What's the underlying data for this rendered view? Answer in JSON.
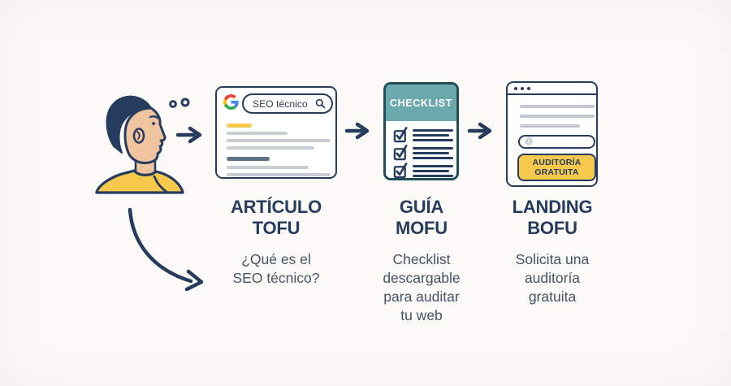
{
  "colors": {
    "bg": "#FBFAF7",
    "navy": "#263C5F",
    "teal": "#6CA9AD",
    "tealDark": "#1F4E59",
    "yellow": "#F6C84B",
    "skin": "#F0C49E",
    "grayLine": "#C9CDD4",
    "slateLine": "#5E7386",
    "landingGray": "#C2C7D0",
    "subtitle": "#455267",
    "google_blue": "#4285F4",
    "google_red": "#EA4335",
    "google_yellow": "#FBBC05",
    "google_green": "#34A853"
  },
  "search_card": {
    "query": "SEO técnico"
  },
  "checklist_card": {
    "header": "CHECKLIST"
  },
  "landing_card": {
    "input_text": "@",
    "button_label": "AUDITORÍA\nGRATUITA"
  },
  "steps": [
    {
      "title": "ARTÍCULO\nTOFU",
      "subtitle": "¿Qué es el\nSEO técnico?"
    },
    {
      "title": "GUÍA\nMOFU",
      "subtitle": "Checklist\ndescargable\npara auditar\ntu web"
    },
    {
      "title": "LANDING\nBOFU",
      "subtitle": "Solicita una\nauditoría\ngratuita"
    }
  ]
}
